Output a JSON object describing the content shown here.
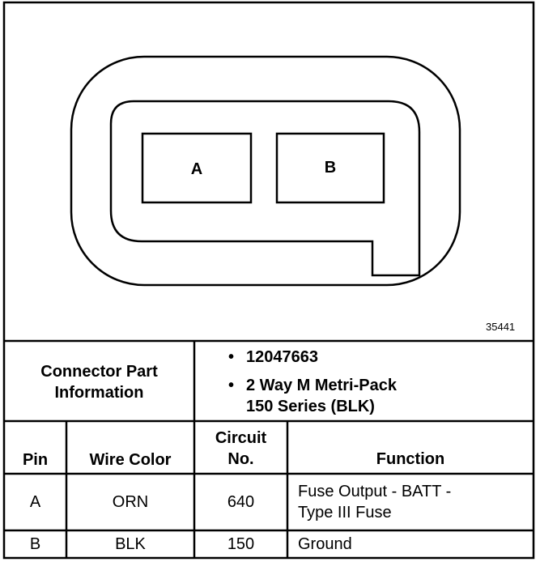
{
  "diagram": {
    "cavity_a": "A",
    "cavity_b": "B",
    "figure_number": "35441"
  },
  "connector_info": {
    "label_line1": "Connector Part",
    "label_line2": "Information",
    "bullets": [
      {
        "bullet": "•",
        "line1": "12047663",
        "line2": ""
      },
      {
        "bullet": "•",
        "line1": "2 Way M Metri-Pack",
        "line2": "150 Series (BLK)"
      }
    ]
  },
  "pin_table": {
    "headers": {
      "pin": "Pin",
      "wire_color": "Wire Color",
      "circuit_line1": "Circuit",
      "circuit_line2": "No.",
      "function": "Function"
    },
    "rows": [
      {
        "pin": "A",
        "wire_color": "ORN",
        "circuit": "640",
        "function_line1": "Fuse Output - BATT -",
        "function_line2": "Type III Fuse"
      },
      {
        "pin": "B",
        "wire_color": "BLK",
        "circuit": "150",
        "function_line1": "Ground",
        "function_line2": ""
      }
    ]
  }
}
